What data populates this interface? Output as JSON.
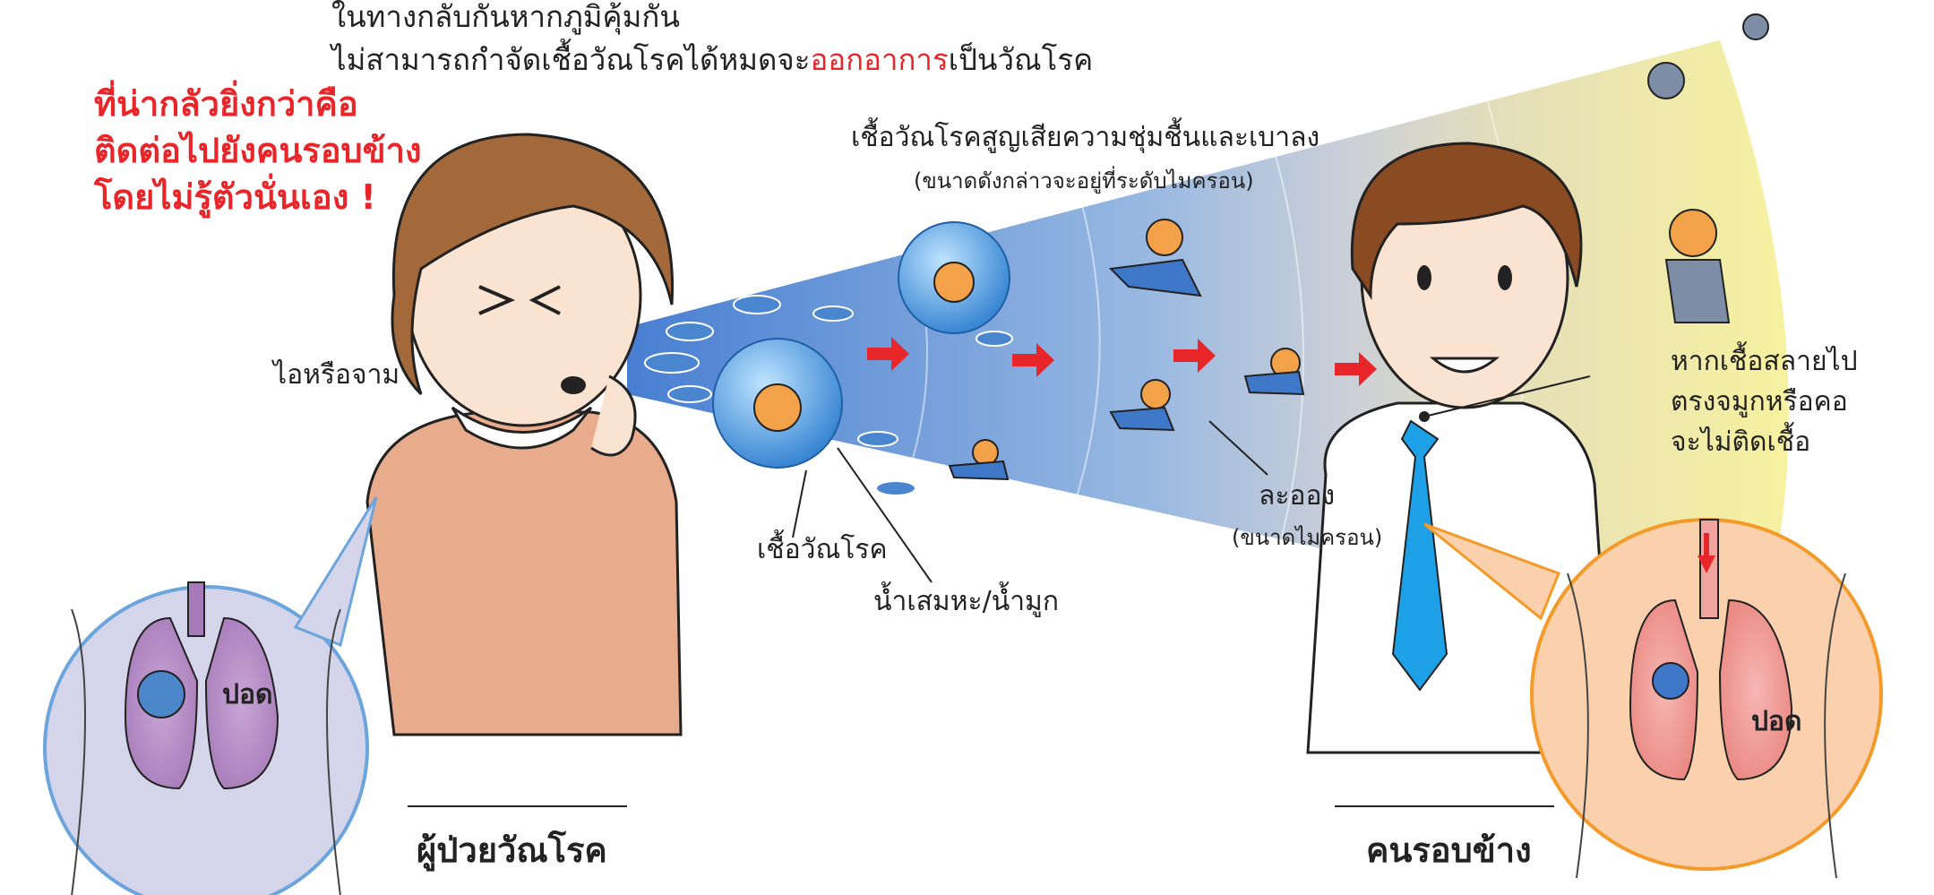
{
  "header": {
    "line1": "ในทางกลับกันหากภูมิคุ้มกัน",
    "line2_pre": "ไม่สามารถกำจัดเชื้อวัณโรคได้หมดจะ",
    "line2_highlight": "ออกอาการ",
    "line2_post": "เป็นวัณโรค"
  },
  "warning": {
    "line1": "ที่น่ากลัวยิ่งกว่าคือ",
    "line2": "ติดต่อไปยังคนรอบข้าง",
    "line3": "โดยไม่รู้ตัวนั่นเอง !"
  },
  "labels": {
    "cough": "ไอหรือจาม",
    "droplet_title": "เชื้อวัณโรคสูญเสียความชุ่มชื้นและเบาลง",
    "droplet_sub": "(ขนาดดังกล่าวจะอยู่ที่ระดับไมครอน)",
    "tb_germ": "เชื้อวัณโรค",
    "sputum": "น้ำเสมหะ/น้ำมูก",
    "aerosol": "ละออง",
    "aerosol_sub": "(ขนาดไมครอน)",
    "no_infect_1": "หากเชื้อสลายไป",
    "no_infect_2": "ตรงจมูกหรือคอ",
    "no_infect_3": "จะไม่ติดเชื้อ",
    "lung_left": "ปอด",
    "lung_right": "ปอด",
    "caption_patient": "ผู้ป่วยวัณโรค",
    "caption_bystander": "คนรอบข้าง"
  },
  "colors": {
    "accent_red": "#e8262a",
    "spray_blue": "#7aa7dd",
    "fog_yellow": "#f3ef9c",
    "germ_blue": "#3f78c8"
  }
}
